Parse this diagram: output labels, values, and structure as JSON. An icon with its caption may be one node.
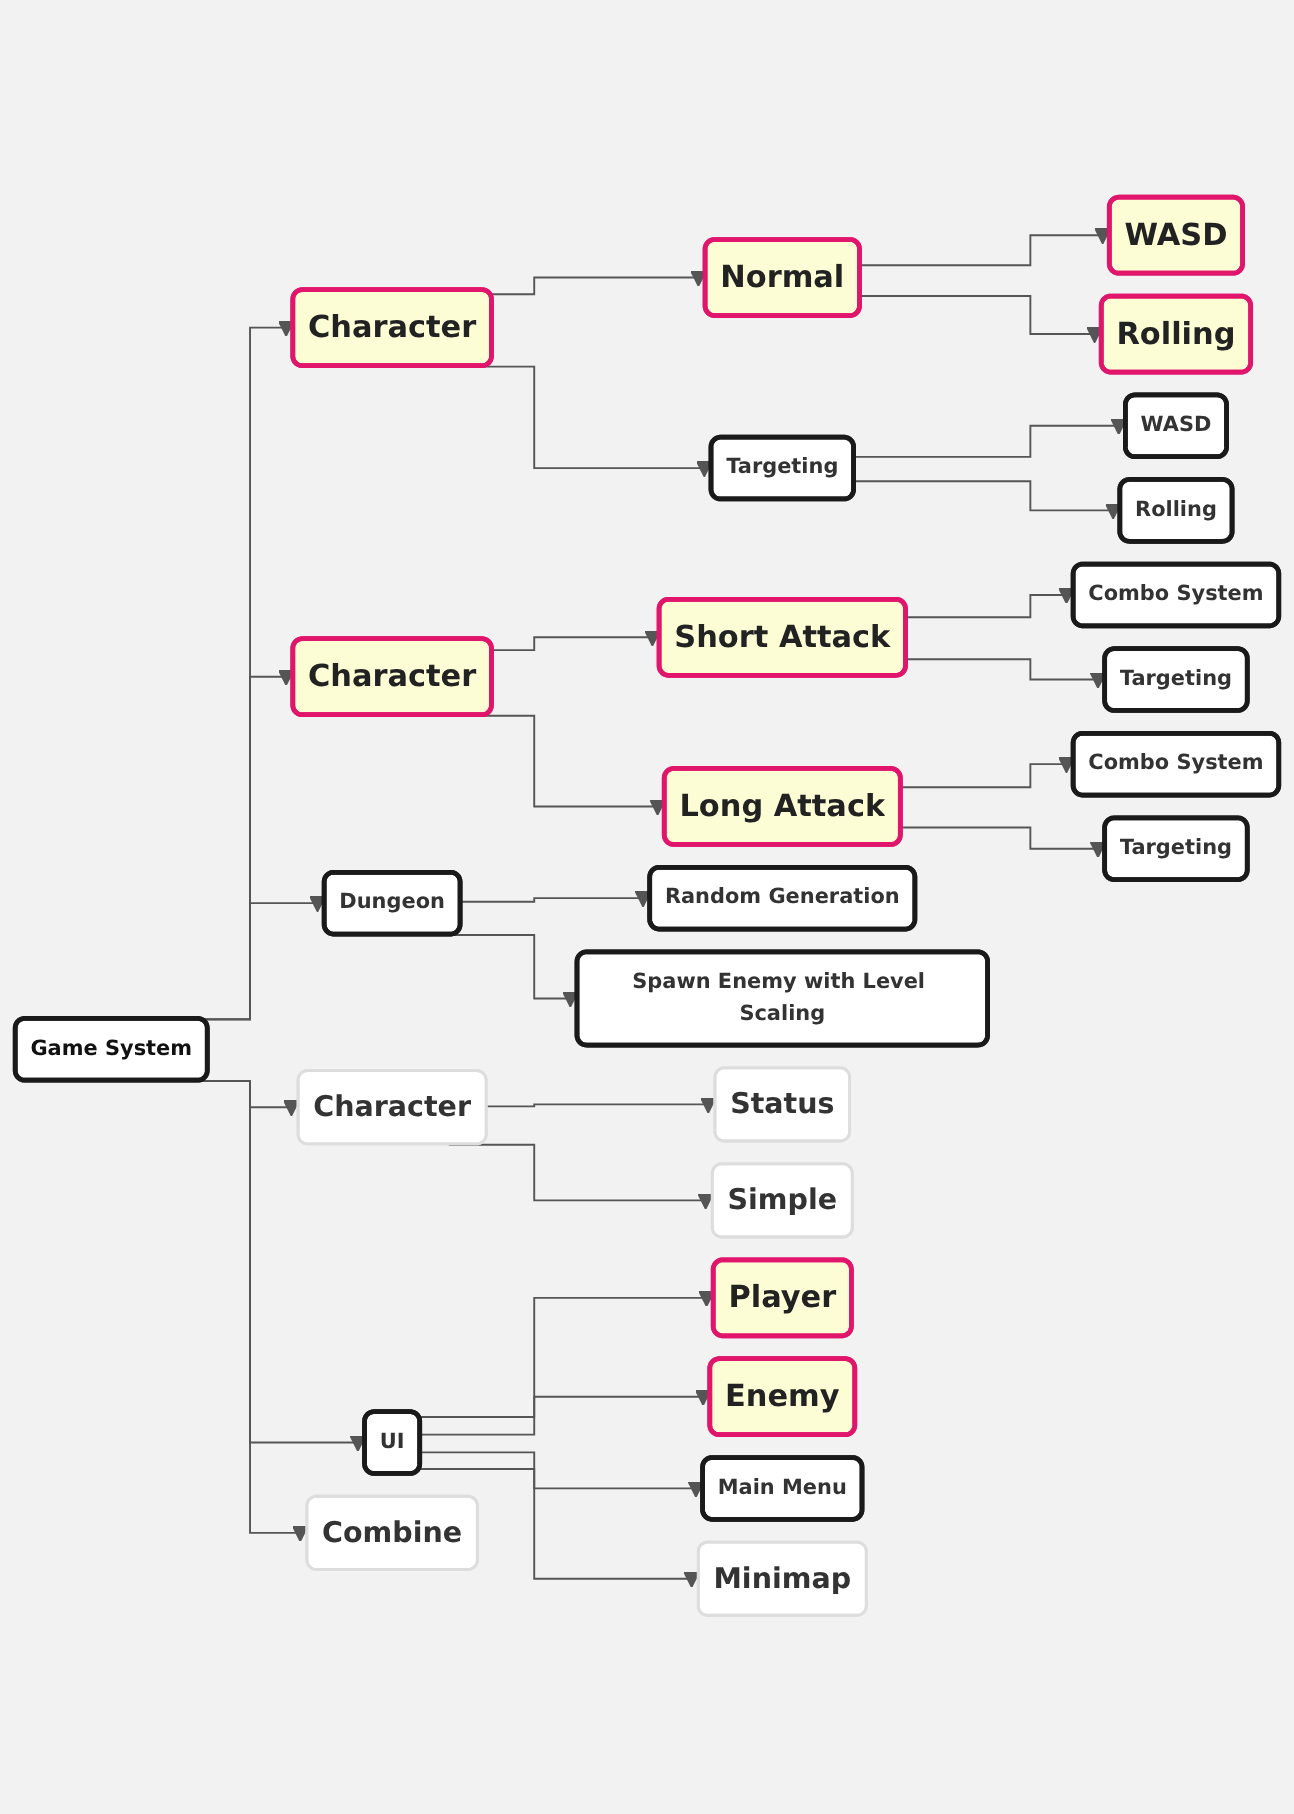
{
  "diagram": {
    "nodes": [
      {
        "text": [
          "Game System"
        ]
      },
      {
        "text": [
          "Character"
        ]
      },
      {
        "text": [
          "Normal"
        ]
      },
      {
        "text": [
          "WASD"
        ]
      },
      {
        "text": [
          "Rolling"
        ]
      },
      {
        "text": [
          "Targeting"
        ]
      },
      {
        "text": [
          "WASD"
        ]
      },
      {
        "text": [
          "Rolling"
        ]
      },
      {
        "text": [
          "Character"
        ]
      },
      {
        "text": [
          "Short Attack"
        ]
      },
      {
        "text": [
          "Combo System"
        ]
      },
      {
        "text": [
          "Targeting"
        ]
      },
      {
        "text": [
          "Long Attack"
        ]
      },
      {
        "text": [
          "Combo System"
        ]
      },
      {
        "text": [
          "Targeting"
        ]
      },
      {
        "text": [
          "Dungeon"
        ]
      },
      {
        "text": [
          "Random Generation"
        ]
      },
      {
        "text": [
          "Spawn Enemy with Level Scaling"
        ]
      },
      {
        "text": [
          "Character"
        ]
      },
      {
        "text": [
          "Status"
        ]
      },
      {
        "text": [
          "Simple"
        ]
      },
      {
        "text": [
          "UI"
        ]
      },
      {
        "text": [
          "Player"
        ]
      },
      {
        "text": [
          "Enemy"
        ]
      },
      {
        "text": [
          "Main Menu"
        ]
      },
      {
        "text": [
          "Minimap"
        ]
      },
      {
        "text": [
          "Combine"
        ]
      }
    ],
    "edges": [
      {
        "from": 0,
        "to": 1,
        "arrow": "to"
      },
      {
        "from": 1,
        "to": 2,
        "arrow": "to"
      },
      {
        "from": 2,
        "to": 3,
        "arrow": "to"
      },
      {
        "from": 2,
        "to": 4,
        "arrow": "to"
      },
      {
        "from": 1,
        "to": 5,
        "arrow": "to"
      },
      {
        "from": 5,
        "to": 6,
        "arrow": "to"
      },
      {
        "from": 5,
        "to": 7,
        "arrow": "to"
      },
      {
        "from": 0,
        "to": 8,
        "arrow": "to"
      },
      {
        "from": 8,
        "to": 9,
        "arrow": "to"
      },
      {
        "from": 9,
        "to": 10,
        "arrow": "to"
      },
      {
        "from": 9,
        "to": 11,
        "arrow": "to"
      },
      {
        "from": 8,
        "to": 12,
        "arrow": "to"
      },
      {
        "from": 12,
        "to": 13,
        "arrow": "to"
      },
      {
        "from": 12,
        "to": 14,
        "arrow": "to"
      },
      {
        "from": 0,
        "to": 15,
        "arrow": "to"
      },
      {
        "from": 15,
        "to": 16,
        "arrow": "to"
      },
      {
        "from": 15,
        "to": 17,
        "arrow": "to"
      },
      {
        "from": 0,
        "to": 18,
        "arrow": "to"
      },
      {
        "from": 18,
        "to": 19,
        "arrow": "to"
      },
      {
        "from": 18,
        "to": 20,
        "arrow": "to"
      },
      {
        "from": 0,
        "to": 21,
        "arrow": "to"
      },
      {
        "from": 21,
        "to": 22,
        "arrow": "to"
      },
      {
        "from": 21,
        "to": 23,
        "arrow": "to"
      },
      {
        "from": 21,
        "to": 24,
        "arrow": "to"
      },
      {
        "from": 21,
        "to": 25,
        "arrow": "to"
      },
      {
        "from": 0,
        "to": 26,
        "arrow": "to"
      }
    ]
  }
}
